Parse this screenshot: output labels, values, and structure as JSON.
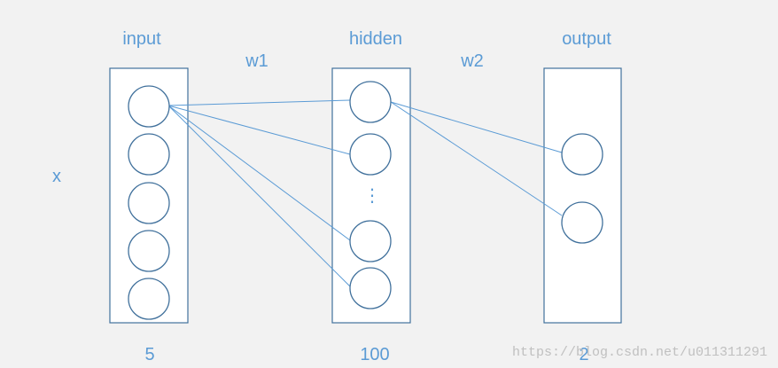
{
  "labels": {
    "input": "input",
    "hidden": "hidden",
    "output": "output",
    "w1": "w1",
    "w2": "w2",
    "x": "x",
    "input_count": "5",
    "hidden_count": "100",
    "output_count": "2",
    "ellipsis": "⋮"
  },
  "watermark": "https://blog.csdn.net/u011311291",
  "colors": {
    "background": "#f2f2f2",
    "accent": "#5b9bd5",
    "stroke": "#41719c",
    "node_fill": "#ffffff",
    "watermark": "#c0c0c0"
  }
}
